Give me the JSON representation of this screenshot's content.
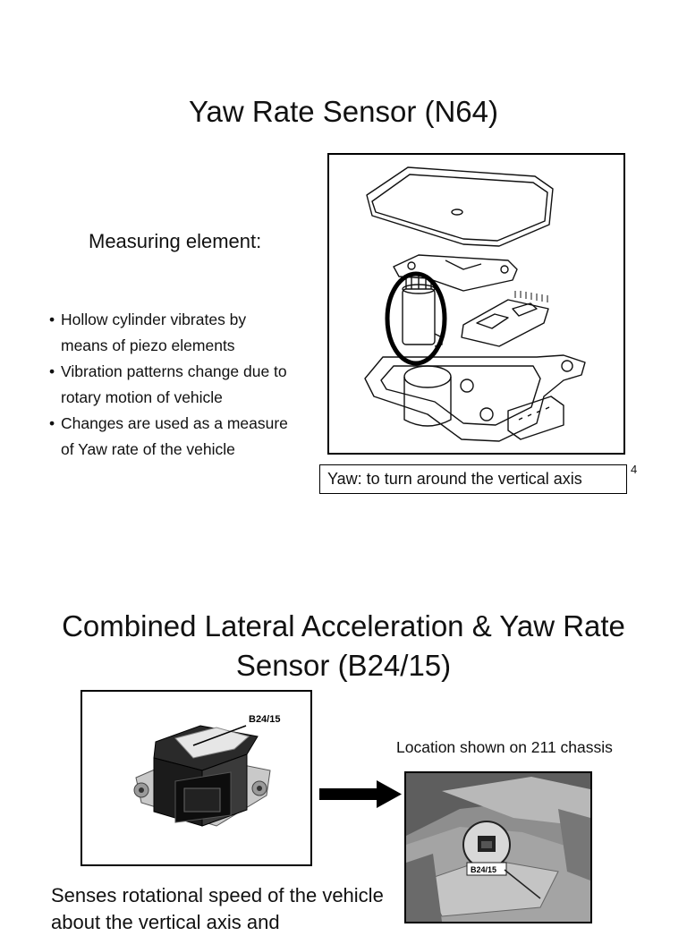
{
  "slide1": {
    "title": "Yaw Rate Sensor (N64)",
    "subheading": "Measuring element:",
    "bullets": [
      [
        "Hollow cylinder vibrates by",
        "means of piezo elements"
      ],
      [
        "Vibration patterns change due to",
        "rotary motion of vehicle"
      ],
      [
        "Changes are used as a measure",
        "of Yaw rate of the vehicle"
      ]
    ],
    "figure_caption": "Yaw: to turn around the vertical axis",
    "page_number": "4"
  },
  "slide2": {
    "title_line1": "Combined Lateral Acceleration & Yaw Rate",
    "title_line2": "Sensor (B24/15)",
    "sensor_label": "B24/15",
    "location_caption": "Location shown on 211 chassis",
    "chassis_label": "B24/15",
    "body_text": "Senses rotational speed of the vehicle about the vertical axis and"
  },
  "bullet_char": "•"
}
